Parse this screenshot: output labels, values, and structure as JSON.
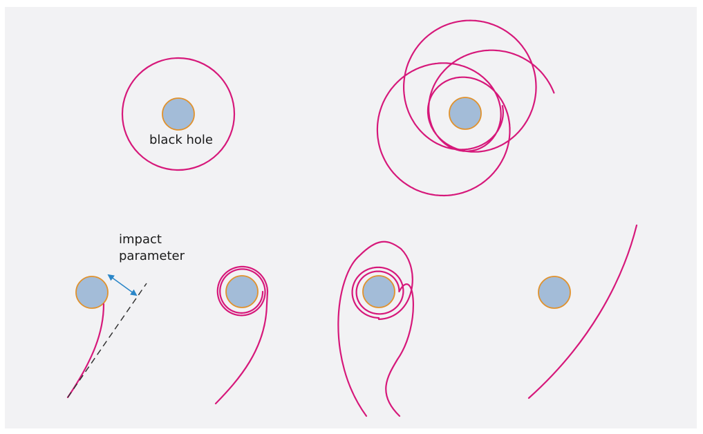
{
  "labels": {
    "black_hole": "black hole",
    "impact_line1": "impact",
    "impact_line2": "parameter"
  },
  "colors": {
    "background": "#f2f2f4",
    "orbit": "#d6187a",
    "black_hole_fill": "#a3bcd8",
    "black_hole_edge": "#e0922e",
    "arrow": "#2a86c8",
    "dashed_line": "#333333"
  },
  "panels": [
    {
      "id": "circular-orbit"
    },
    {
      "id": "precessing-orbit"
    },
    {
      "id": "deflection-with-impact-parameter"
    },
    {
      "id": "multiple-loop-orbit"
    },
    {
      "id": "double-loop-crossing-orbit"
    },
    {
      "id": "large-impact-parameter-orbit"
    }
  ]
}
